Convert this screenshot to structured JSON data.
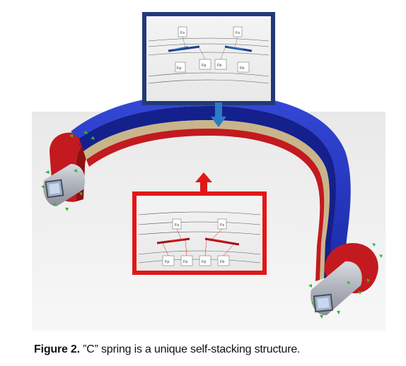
{
  "figure": {
    "caption_label": "Figure 2.",
    "caption_text": " ”C” spring is a unique self-stacking structure.",
    "colors": {
      "outer_layer": "#1e2fb4",
      "inner_layer": "#d01e22",
      "inset_border_top": "#233a78",
      "inset_border_bottom": "#e01818",
      "arrow_blue": "#2b7bc6",
      "arrow_red": "#e01818",
      "boundary_marker": "#34b534"
    },
    "top_inset": {
      "labels": [
        "Fs",
        "Fs",
        "Fp",
        "Fp",
        "Fb",
        "Fb"
      ]
    },
    "bottom_inset": {
      "labels": [
        "Fs",
        "Fs",
        "Fp",
        "Fp",
        "Fp",
        "Fb"
      ]
    }
  }
}
